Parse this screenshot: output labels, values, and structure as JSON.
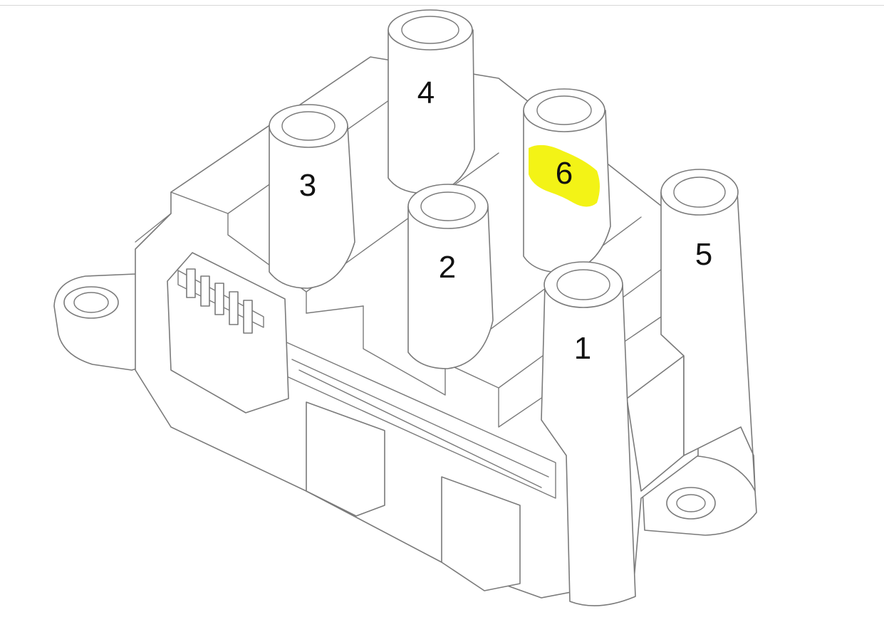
{
  "figure": {
    "subject": "ignition-coil-pack",
    "highlight_color": "#f2f20a",
    "highlighted_tower": "6"
  },
  "towers": [
    {
      "id": "t1",
      "label": "1"
    },
    {
      "id": "t2",
      "label": "2"
    },
    {
      "id": "t3",
      "label": "3"
    },
    {
      "id": "t4",
      "label": "4"
    },
    {
      "id": "t5",
      "label": "5"
    },
    {
      "id": "t6",
      "label": "6"
    }
  ]
}
